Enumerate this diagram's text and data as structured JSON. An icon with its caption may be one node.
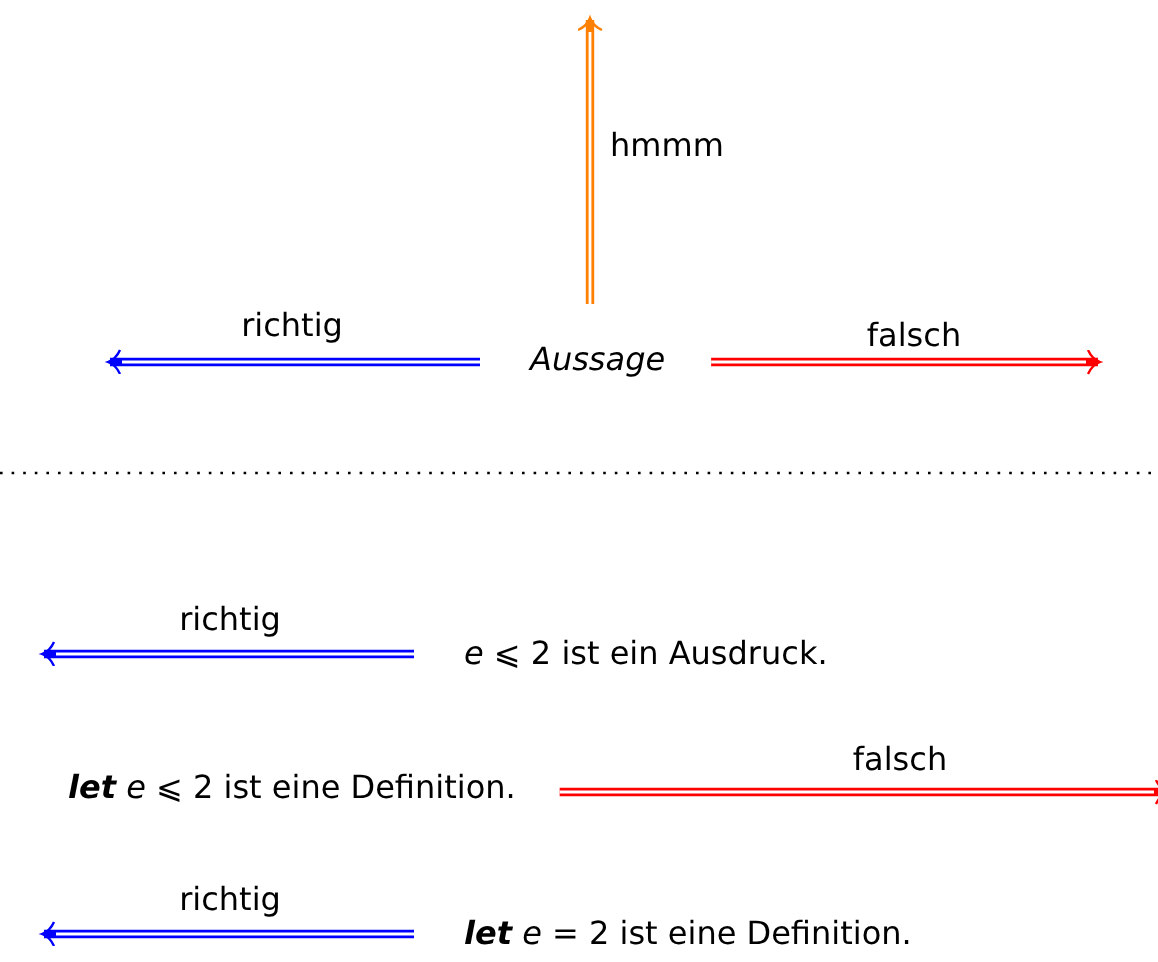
{
  "diagram": {
    "nodes": [
      {
        "text": [
          "Aussage"
        ]
      },
      {
        "text": [
          "*e* ⩽ 2 ist ein Ausdruck."
        ]
      },
      {
        "text": [
          "**let** *e* ⩽ 2 ist eine Definition."
        ]
      },
      {
        "text": [
          "**let** *e* = 2 ist eine Definition."
        ]
      }
    ],
    "edges": [
      {
        "from": 0,
        "to": null,
        "arrow": "to",
        "label": "hmmm",
        "color": "#ff8000"
      },
      {
        "from": 0,
        "to": null,
        "arrow": "to",
        "label": "richtig",
        "color": "#0000ff"
      },
      {
        "from": 0,
        "to": null,
        "arrow": "to",
        "label": "falsch",
        "color": "#ff0000"
      },
      {
        "from": 1,
        "to": null,
        "arrow": "to",
        "label": "richtig",
        "color": "#0000ff"
      },
      {
        "from": 2,
        "to": null,
        "arrow": "to",
        "label": "falsch",
        "color": "#ff0000"
      },
      {
        "from": 3,
        "to": null,
        "arrow": "to",
        "label": "richtig",
        "color": "#0000ff"
      }
    ]
  }
}
